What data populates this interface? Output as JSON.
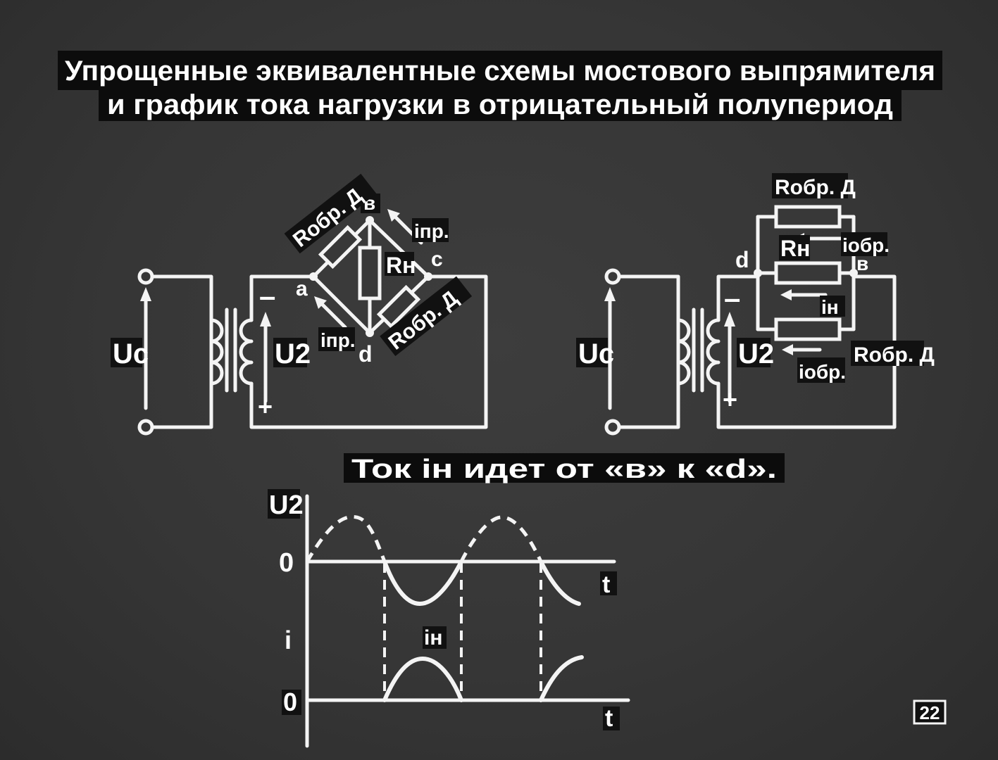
{
  "title": {
    "line1": "Упрощенные эквивалентные схемы мостового выпрямителя",
    "line2": "и график тока нагрузки в отрицательный полупериод"
  },
  "left_circuit": {
    "source_label": "Uc",
    "secondary_label": "U2",
    "minus": "–",
    "plus": "+",
    "node_a": "a",
    "node_b": "в",
    "node_c": "c",
    "node_d": "d",
    "r_top": "Rобр. Д",
    "r_bottom": "Rобр. Д",
    "r_load": "Rн",
    "i_top": "iпр.",
    "i_bottom": "iпр."
  },
  "right_circuit": {
    "source_label": "Uc",
    "secondary_label": "U2",
    "minus": "–",
    "plus": "+",
    "node_d": "d",
    "node_b": "в",
    "r_top": "Rобр. Д",
    "r_load": "Rн",
    "r_bottom": "Rобр. Д",
    "i_top": "iобр.",
    "i_load": "iн",
    "i_bottom": "iобр."
  },
  "caption": "Ток iн идет от «в» к «d».",
  "graph": {
    "u_axis_label": "U2",
    "i_axis_label": "i",
    "zero_u": "0",
    "zero_i": "0",
    "t_u": "t",
    "t_i": "t",
    "i_curve_label": "iн"
  },
  "page_number": "22"
}
